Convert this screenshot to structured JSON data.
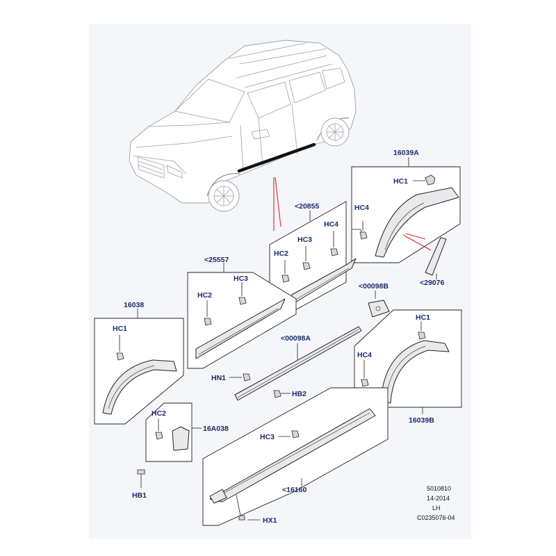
{
  "labels": {
    "p16039A": "16039A",
    "p20855": "<20855",
    "p25557": "<25557",
    "p16038": "16038",
    "p00098B": "<00098B",
    "p00098A": "<00098A",
    "p29076": "<29076",
    "p16039B": "16039B",
    "p16A038": "16A038",
    "p16160": "<16160",
    "hc1_a": "HC1",
    "hc4_a": "HC4",
    "hc2_b": "HC2",
    "hc3_b": "HC3",
    "hc4_b": "HC4",
    "hc2_c": "HC2",
    "hc3_c": "HC3",
    "hc1_d": "HC1",
    "hn1": "HN1",
    "hb2": "HB2",
    "hc1_e": "HC1",
    "hc4_e": "HC4",
    "hc2_f": "HC2",
    "hc3_g": "HC3",
    "hb1": "HB1",
    "hx1": "HX1"
  },
  "footer": {
    "line1": "5010810",
    "line2": "14-2014",
    "line3": "LH",
    "line4": "C0235076-04"
  }
}
